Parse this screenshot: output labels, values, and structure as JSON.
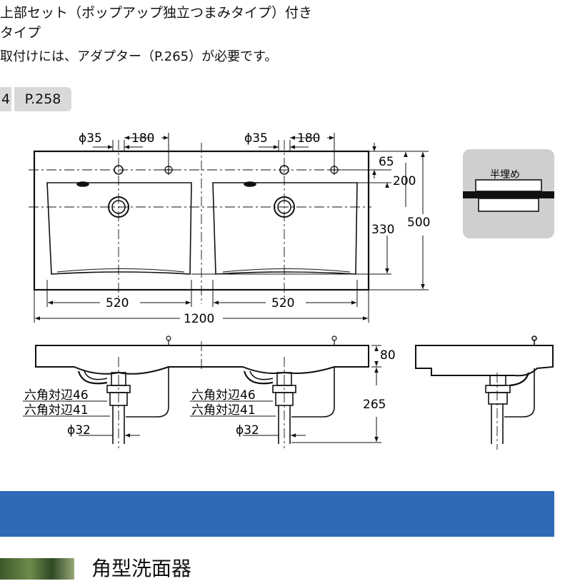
{
  "header": {
    "line1": "上部セット（ポップアップ独立つまみタイプ）付き",
    "line2": "タイプ",
    "line3": "取付けには、アダプター（P.265）が必要です。"
  },
  "tags": {
    "left": "4",
    "page_ref": "P.258"
  },
  "dimensions": {
    "faucet_dia_1": "ϕ35",
    "offset_1": "180",
    "faucet_dia_2": "ϕ35",
    "offset_2": "180",
    "top_65": "65",
    "mid_200": "200",
    "bowl_330": "330",
    "total_500": "500",
    "bowl_w_1": "520",
    "bowl_w_2": "520",
    "total_w": "1200",
    "thick_80": "80",
    "drain_265": "265",
    "hex46_1": "六角対辺46",
    "hex41_1": "六角対辺41",
    "pipe_1": "ϕ32",
    "hex46_2": "六角対辺46",
    "hex41_2": "六角対辺41",
    "pipe_2": "ϕ32"
  },
  "inset": {
    "label": "半埋め"
  },
  "footer": {
    "product_name": "角型洗面器"
  },
  "colors": {
    "band": "#2f6ab6",
    "inset_bg": "#cfcfcf",
    "tag_bg": "#d9d9d9"
  }
}
